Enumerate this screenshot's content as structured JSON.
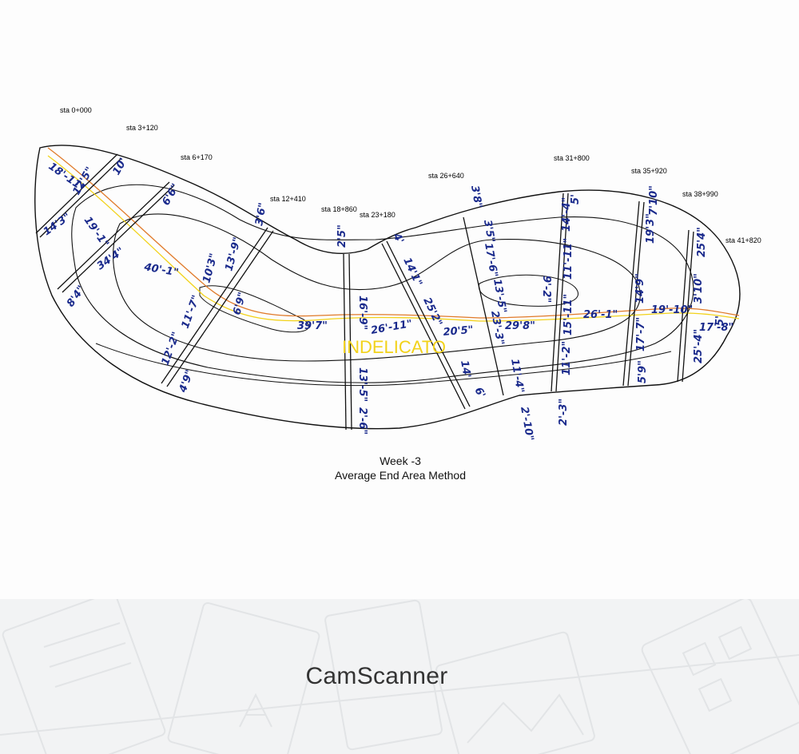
{
  "stations": [
    "sta 0+000",
    "sta 3+120",
    "sta 6+170",
    "sta 12+410",
    "sta 18+860",
    "sta 23+180",
    "sta 26+640",
    "sta 31+800",
    "sta 35+920",
    "sta 38+990",
    "sta 41+820"
  ],
  "measurements": [
    "18'-11\"",
    "12'5\"",
    "10'",
    "14'3\"",
    "19'-1\"",
    "6'6\"",
    "34'4\"",
    "40'-1\"",
    "8'4\"",
    "10'3\"",
    "13'-9\"",
    "6'9\"",
    "11'-7\"",
    "12'-2\"",
    "4'9\"",
    "3'6\"",
    "2'5\"",
    "16'-9\"",
    "39'7\"",
    "26'-11\"",
    "13'-5\"",
    "2'-6\"",
    "4'",
    "14'1\"",
    "25'2\"",
    "20'5\"",
    "14'",
    "6'",
    "3'8\"",
    "3'5\"",
    "17'-6\"",
    "13'-5\"",
    "23'-3\"",
    "29'8\"",
    "11'-4\"",
    "2'-10\"",
    "9'-2\"",
    "14'-4\"",
    "5'",
    "11'-11\"",
    "15'-11\"",
    "11'-2\"",
    "2'-3\"",
    "26'-1\"",
    "14'9\"",
    "17'-7\"",
    "5'9\"",
    "19'3\"",
    "7'10\"",
    "19'-10\"",
    "3'10\"",
    "25'4\"",
    "17'-8\"",
    "25'-4\"",
    "5'"
  ],
  "watermark": "INDELICATO",
  "caption": {
    "title": "Week -3",
    "subtitle": "Average End Area Method"
  },
  "footer": {
    "brand": "CamScanner"
  },
  "colors": {
    "ink": "#1a2a8c",
    "centerline_orange": "#e07a2a",
    "centerline_yellow": "#f2d21a",
    "line": "#111111",
    "footer_bg": "#f2f3f4"
  },
  "icons": [
    "document-outline-icon",
    "image-outline-icon",
    "grid-outline-icon"
  ]
}
